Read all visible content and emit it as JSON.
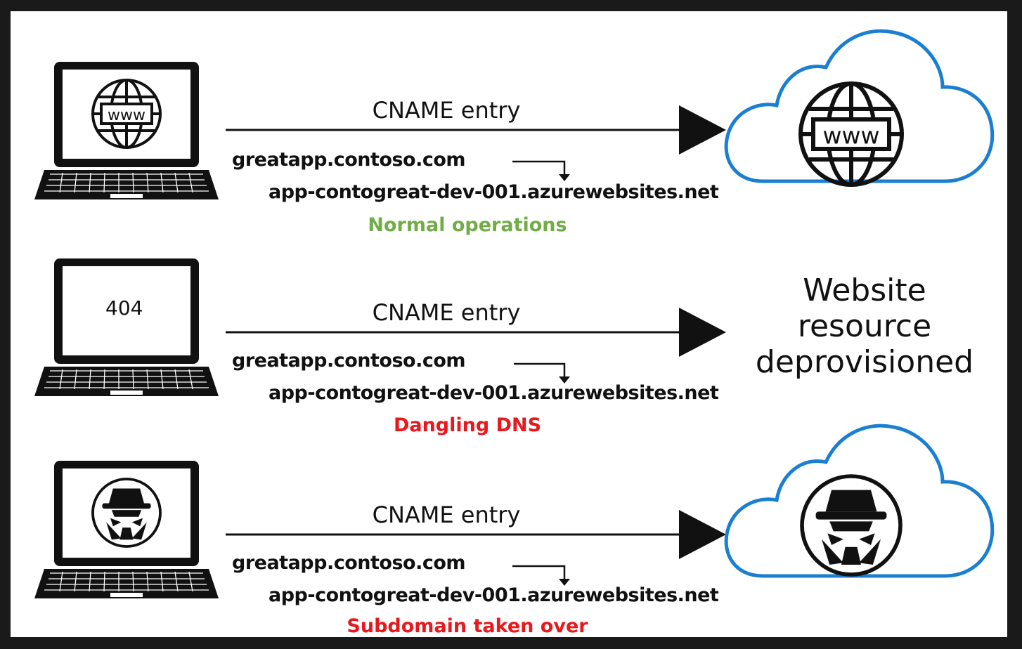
{
  "rows": [
    {
      "cname_label": "CNAME entry",
      "source_domain": "greatapp.contoso.com",
      "target_domain": "app-contogreat-dev-001.azurewebsites.net",
      "status": "Normal operations",
      "laptop_screen_icon": "globe-www-icon",
      "destination": "cloud-globe-www"
    },
    {
      "cname_label": "CNAME entry",
      "source_domain": "greatapp.contoso.com",
      "target_domain": "app-contogreat-dev-001.azurewebsites.net",
      "status": "Dangling DNS",
      "laptop_screen_text": "404",
      "destination_text": [
        "Website",
        "resource",
        "deprovisioned"
      ]
    },
    {
      "cname_label": "CNAME entry",
      "source_domain": "greatapp.contoso.com",
      "target_domain": "app-contogreat-dev-001.azurewebsites.net",
      "status": "Subdomain taken over",
      "laptop_screen_icon": "hacker-icon",
      "destination": "cloud-hacker"
    }
  ],
  "globe_text": "www",
  "colors": {
    "normal": "#70ad47",
    "danger": "#e8181c",
    "cloud_outline": "#1b7fd1",
    "frame": "#1a1a1a"
  }
}
